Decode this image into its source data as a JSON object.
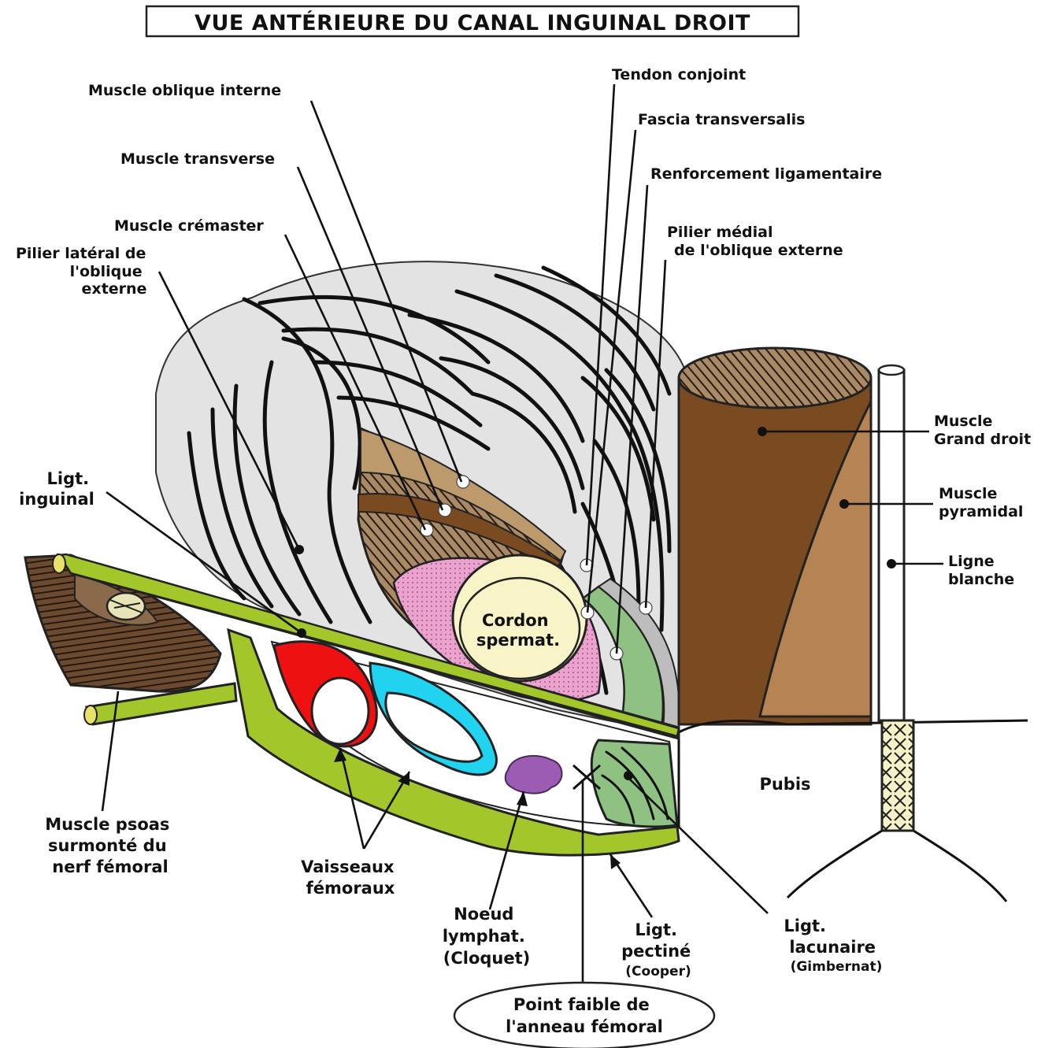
{
  "title": "VUE ANTÉRIEURE DU CANAL INGUINAL DROIT",
  "labels": {
    "oblique_interne": "Muscle oblique interne",
    "transverse": "Muscle transverse",
    "cremaster": "Muscle crémaster",
    "pilier_lateral": [
      "Pilier latéral de",
      "l'oblique",
      "externe"
    ],
    "tendon_conjoint": "Tendon conjoint",
    "fascia": "Fascia transversalis",
    "renforcement": "Renforcement ligamentaire",
    "pilier_medial": [
      "Pilier médial",
      "de l'oblique externe"
    ],
    "grand_droit": [
      "Muscle",
      "Grand droit"
    ],
    "pyramidal": [
      "Muscle",
      "pyramidal"
    ],
    "ligne_blanche": [
      "Ligne",
      "blanche"
    ],
    "lig_inguinal": [
      "Ligt.",
      "inguinal"
    ],
    "cordon": [
      "Cordon",
      "spermat."
    ],
    "pubis": "Pubis",
    "psoas": [
      "Muscle psoas",
      "surmonté du",
      "nerf fémoral"
    ],
    "vaisseaux": [
      "Vaisseaux",
      "fémoraux"
    ],
    "noeud": [
      "Noeud",
      "lymphat.",
      "(Cloquet)"
    ],
    "pectine": [
      "Ligt.",
      "pectiné",
      "(Cooper)"
    ],
    "lacunaire": [
      "Ligt.",
      "lacunaire",
      "(Gimbernat)"
    ],
    "point_faible": [
      "Point faible de",
      "l'anneau fémoral"
    ]
  },
  "colors": {
    "fascia_gray": "#e3e3e3",
    "ligament_green": "#a3c72a",
    "rectus_brown": "#7a4a20",
    "pyramidal_tan": "#b68453",
    "cremaster_tan": "#bd9a6c",
    "cord_cream": "#f8f4c8",
    "pink": "#e9a3cc",
    "lacunar_green": "#8fc282",
    "artery_red": "#ee1111",
    "vein_cyan": "#22d3f0",
    "node_purple": "#9c5cb4",
    "psoas_brown": "#5a3a24"
  }
}
